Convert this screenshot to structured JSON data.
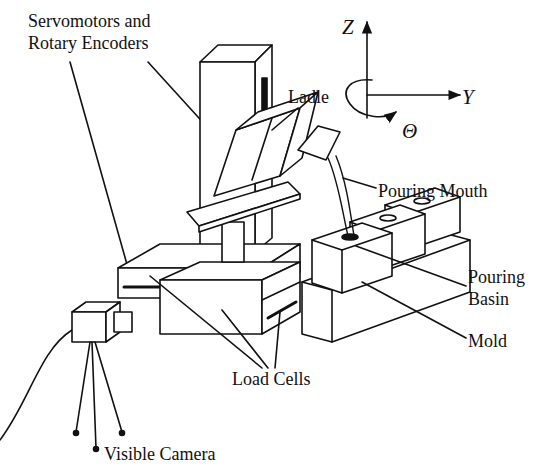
{
  "diagram": {
    "labels": [
      "Servomotors and Rotary Encoders",
      "Ladle",
      "Pouring Mouth",
      "Pouring Basin",
      "Mold",
      "Load Cells",
      "Visible Camera",
      "Z",
      "Y",
      "Θ"
    ]
  }
}
